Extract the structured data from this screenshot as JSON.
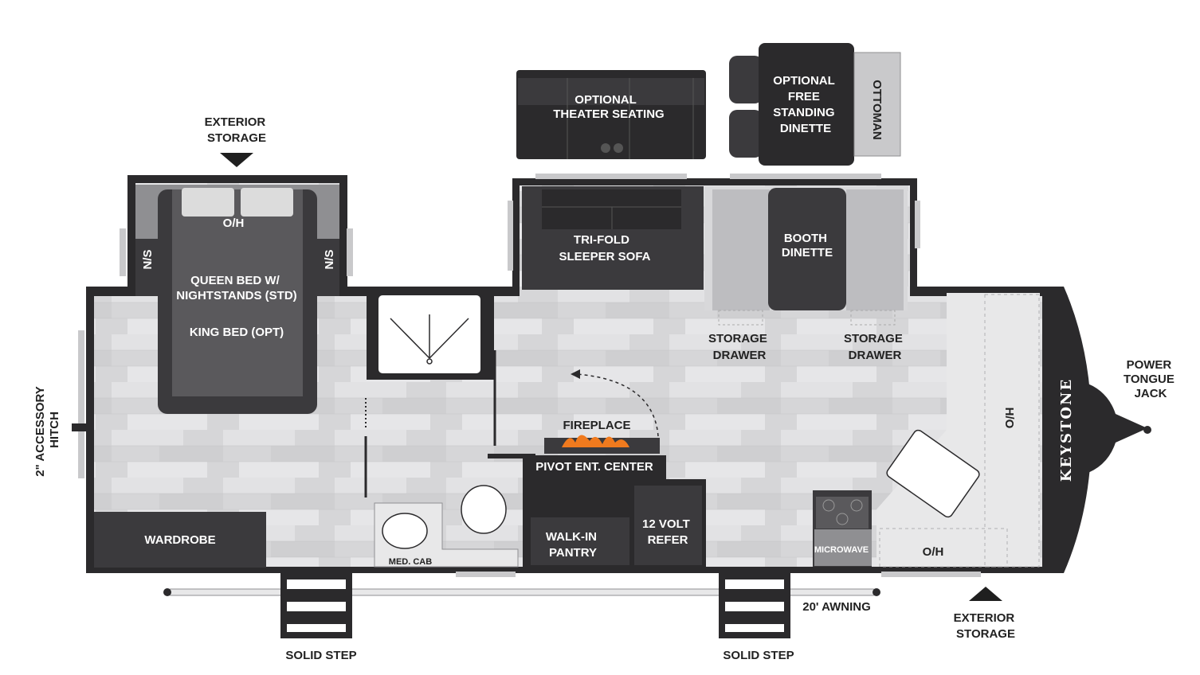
{
  "colors": {
    "wall": "#2b2a2c",
    "furniture_dark": "#3b3a3d",
    "floor": "#d7d7d9",
    "floor_plank": "#e4e4e6",
    "counter": "#e9e9ea",
    "cushion": "#c9c9cb",
    "fire": "#f07a1e",
    "accent_white": "#ffffff"
  },
  "labels": {
    "exterior_storage_top": [
      "EXTERIOR",
      "STORAGE"
    ],
    "exterior_storage_bottom": [
      "EXTERIOR",
      "STORAGE"
    ],
    "overhead_bedroom": "O/H",
    "nightstand_left": "N/S",
    "nightstand_right": "N/S",
    "queen_bed": [
      "QUEEN BED W/",
      "NIGHTSTANDS (STD)"
    ],
    "king_bed": "KING BED (OPT)",
    "accessory_hitch": [
      "2\" ACCESSORY",
      "HITCH"
    ],
    "wardrobe": "WARDROBE",
    "med_cab": "MED. CAB",
    "theater_seating": [
      "OPTIONAL",
      "THEATER SEATING"
    ],
    "freestanding_dinette": [
      "OPTIONAL",
      "FREE",
      "STANDING",
      "DINETTE"
    ],
    "ottoman": "OTTOMAN",
    "sleeper_sofa": [
      "TRI-FOLD",
      "SLEEPER SOFA"
    ],
    "booth_dinette": [
      "BOOTH",
      "DINETTE"
    ],
    "storage_drawer_left": [
      "STORAGE",
      "DRAWER"
    ],
    "storage_drawer_right": [
      "STORAGE",
      "DRAWER"
    ],
    "fireplace": "FIREPLACE",
    "entertainment_center": "PIVOT ENT. CENTER",
    "walk_in_pantry": [
      "WALK-IN",
      "PANTRY"
    ],
    "refrigerator": [
      "12 VOLT",
      "REFER"
    ],
    "microwave": "MICROWAVE",
    "overhead_kitchen": "O/H",
    "hutch_overhead": "H/O",
    "brand": "KEYSTONE",
    "tongue_jack": [
      "POWER",
      "TONGUE",
      "JACK"
    ],
    "awning": "20' AWNING",
    "step_left": "SOLID STEP",
    "step_right": "SOLID STEP"
  }
}
